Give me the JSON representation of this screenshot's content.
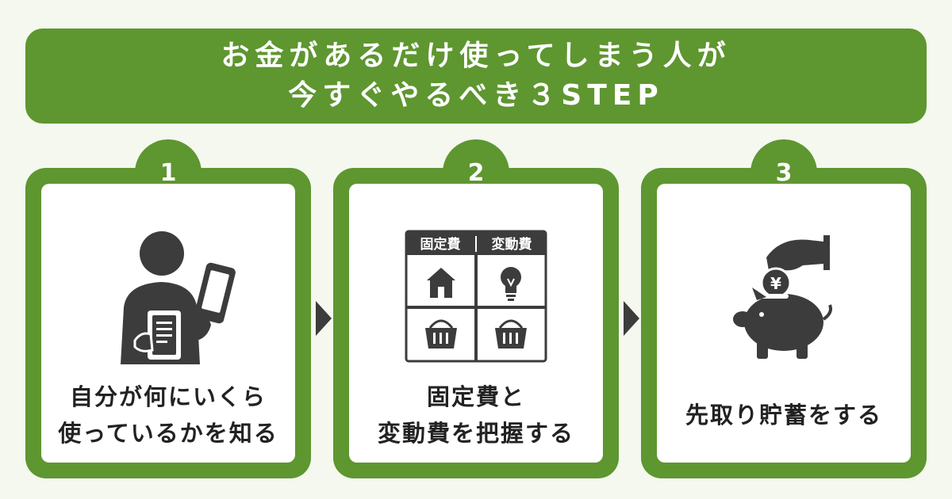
{
  "title": {
    "line1": "お金があるだけ使ってしまう人が",
    "line2": "今すぐやるべき３STEP"
  },
  "steps": [
    {
      "number": "1",
      "text_line1": "自分が何にいくら",
      "text_line2": "使っているかを知る",
      "icon": "person-checking-receipt-and-phone-icon"
    },
    {
      "number": "2",
      "text_line1": "固定費と",
      "text_line2": "変動費を把握する",
      "icon": "fixed-variable-cost-table-icon",
      "table_header_left": "固定費",
      "table_header_right": "変動費"
    },
    {
      "number": "3",
      "text_line1": "先取り貯蓄をする",
      "text_line2": "",
      "icon": "hand-putting-coin-into-piggy-bank-icon",
      "coin_symbol": "¥"
    }
  ],
  "colors": {
    "accent": "#5e9630",
    "background": "#f4f8ee",
    "icon": "#3c3c3c",
    "text": "#222222"
  }
}
